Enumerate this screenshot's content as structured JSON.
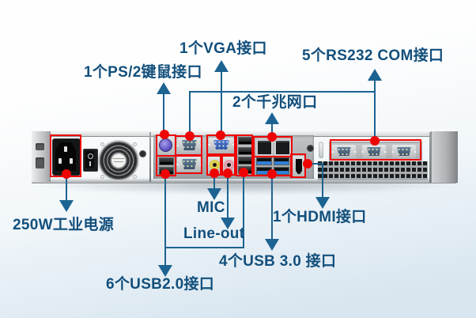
{
  "labels": {
    "ps2": "1个PS/2键鼠接口",
    "vga": "1个VGA接口",
    "rs232": "5个RS232 COM接口",
    "lan": "2个千兆网口",
    "power": "250W工业电源",
    "mic": "MIC",
    "lineout": "Line-out",
    "hdmi": "1个HDMI接口",
    "usb3": "4个USB 3.0 接口",
    "usb2": "6个USB2.0接口"
  },
  "colors": {
    "label_text": "#124f7c",
    "callout_line": "#1c6391",
    "highlight": "#ee0404"
  }
}
